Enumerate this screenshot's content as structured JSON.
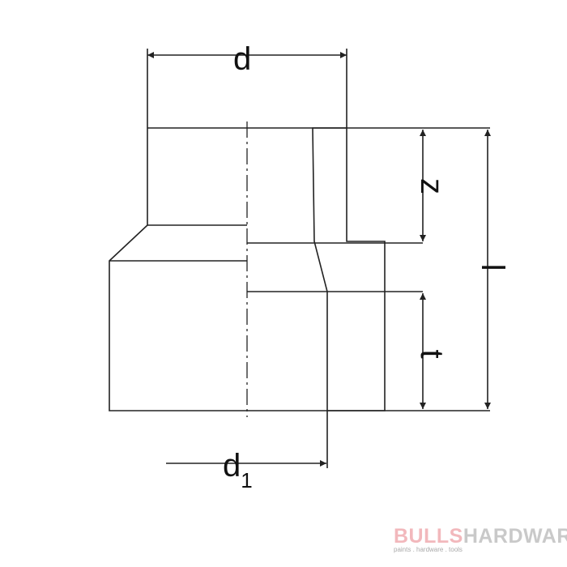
{
  "labels": {
    "d": "d",
    "d1_base": "d",
    "d1_sub": "1",
    "z": "z",
    "t": "t",
    "l": "l"
  },
  "logo": {
    "part1": "BULLS",
    "part2": "HARDWARE",
    "tagline": "paints . hardware . tools"
  },
  "colors": {
    "line": "#222222",
    "logo_red": "#f2b8bc",
    "logo_grey": "#c9c9c9"
  }
}
